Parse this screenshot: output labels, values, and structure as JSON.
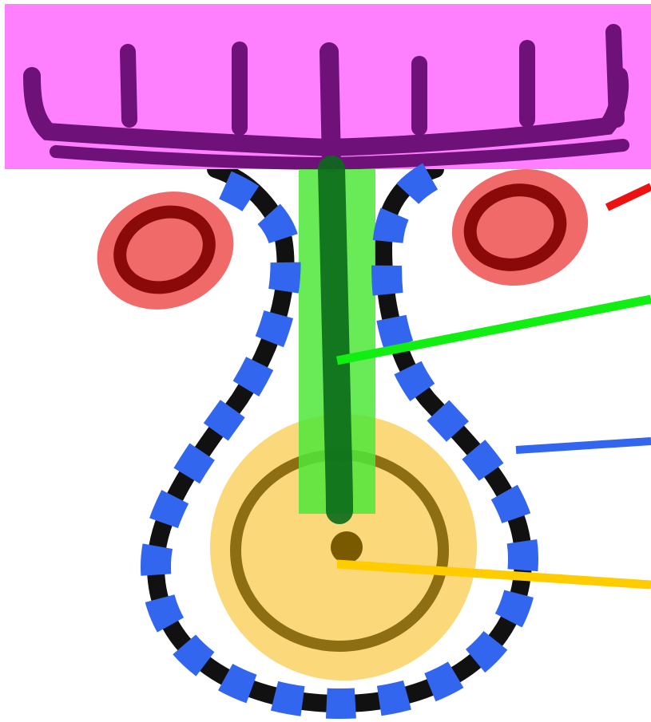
{
  "colors": {
    "background": "#ffffff",
    "top_band": "#ff80ff",
    "sketch_dark": "#6e1178",
    "outline_black": "#111111",
    "red_circle_fill": "#f06a6a",
    "red_circle_ring": "#8a0a0a",
    "green_band": "#66ee55",
    "green_stroke": "#0a6a1a",
    "yellow_circle": "#fbd97a",
    "yellow_ring": "#7a5a00",
    "dashed_outline": "#3366ee",
    "line_red": "#ee1111",
    "line_green": "#11ee11",
    "line_blue": "#3366ee",
    "line_yellow": "#ffcc00"
  },
  "regions": [
    {
      "name": "top-band-region",
      "color_key": "top_band"
    },
    {
      "name": "left-red-circle",
      "color_key": "red_circle_fill"
    },
    {
      "name": "right-red-circle",
      "color_key": "red_circle_fill"
    },
    {
      "name": "green-vertical-band",
      "color_key": "green_band"
    },
    {
      "name": "yellow-bulb-circle",
      "color_key": "yellow_circle"
    },
    {
      "name": "blue-dashed-outline",
      "color_key": "dashed_outline"
    }
  ],
  "pointer_lines": [
    {
      "name": "red-pointer-line",
      "color_key": "line_red"
    },
    {
      "name": "green-pointer-line",
      "color_key": "line_green"
    },
    {
      "name": "blue-pointer-line",
      "color_key": "line_blue"
    },
    {
      "name": "yellow-pointer-line",
      "color_key": "line_yellow"
    }
  ]
}
